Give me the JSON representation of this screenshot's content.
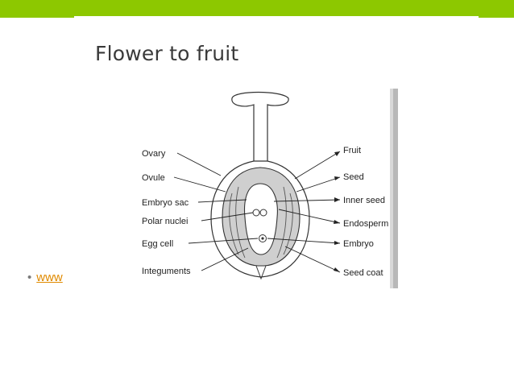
{
  "slide": {
    "title": "Flower to fruit",
    "bullet_link": "www",
    "accent_color": "#8dc800",
    "link_color": "#e08a00"
  },
  "diagram": {
    "left_labels": [
      "Ovary",
      "Ovule",
      "Embryo sac",
      "Polar nuclei",
      "Egg cell",
      "Integuments"
    ],
    "right_labels": [
      "Fruit",
      "Seed",
      "Inner seed",
      "Endosperm",
      "Embryo",
      "Seed coat"
    ]
  }
}
